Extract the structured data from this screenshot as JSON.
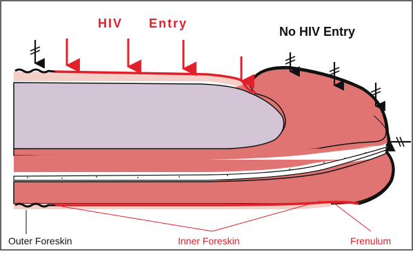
{
  "labels": {
    "hiv_entry_word1": "HIV",
    "hiv_entry_word2": "Entry",
    "no_hiv_entry": "No HIV Entry",
    "outer_foreskin": "Outer Foreskin",
    "inner_foreskin": "Inner Foreskin",
    "frenulum": "Frenulum"
  },
  "colors": {
    "hiv_red": "#e0202a",
    "outline_black": "#111111",
    "glans_lilac": "#d3c5d6",
    "mucosa_pink": "#df7473",
    "skin_light_pink": "#f3cfc7",
    "background": "#ffffff"
  },
  "icons": {
    "entry_arrow": "down-arrow-icon",
    "blocked_arrow": "blocked-arrow-icon"
  }
}
